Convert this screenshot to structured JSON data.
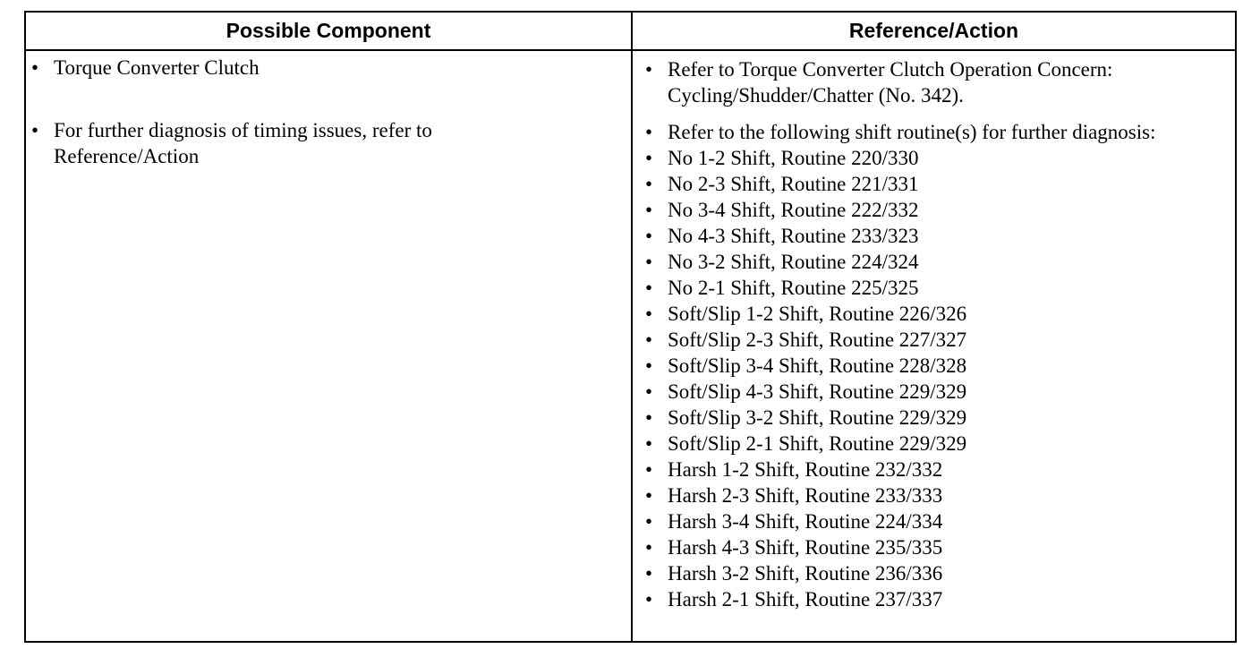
{
  "table": {
    "headers": {
      "component": "Possible Component",
      "action": "Reference/Action"
    },
    "bullet": "•",
    "components": [
      "Torque Converter Clutch",
      "For further diagnosis of timing issues, refer to Reference/Action"
    ],
    "actions": [
      "Refer to Torque Converter Clutch Operation Concern: Cycling/Shudder/Chatter (No. 342).",
      "Refer to the following shift routine(s) for further diagnosis:"
    ],
    "routines": [
      "No 1-2 Shift, Routine 220/330",
      "No 2-3 Shift, Routine 221/331",
      "No 3-4 Shift, Routine 222/332",
      "No 4-3 Shift, Routine 233/323",
      "No 3-2 Shift, Routine 224/324",
      "No 2-1 Shift, Routine 225/325",
      "Soft/Slip 1-2 Shift, Routine 226/326",
      "Soft/Slip 2-3 Shift, Routine 227/327",
      "Soft/Slip 3-4 Shift, Routine 228/328",
      "Soft/Slip 4-3 Shift, Routine 229/329",
      "Soft/Slip 3-2 Shift, Routine 229/329",
      "Soft/Slip 2-1 Shift, Routine 229/329",
      "Harsh 1-2 Shift, Routine 232/332",
      "Harsh 2-3 Shift, Routine 233/333",
      "Harsh 3-4 Shift, Routine 224/334",
      "Harsh 4-3 Shift, Routine 235/335",
      "Harsh 3-2 Shift, Routine 236/336",
      "Harsh 2-1 Shift, Routine 237/337"
    ]
  }
}
